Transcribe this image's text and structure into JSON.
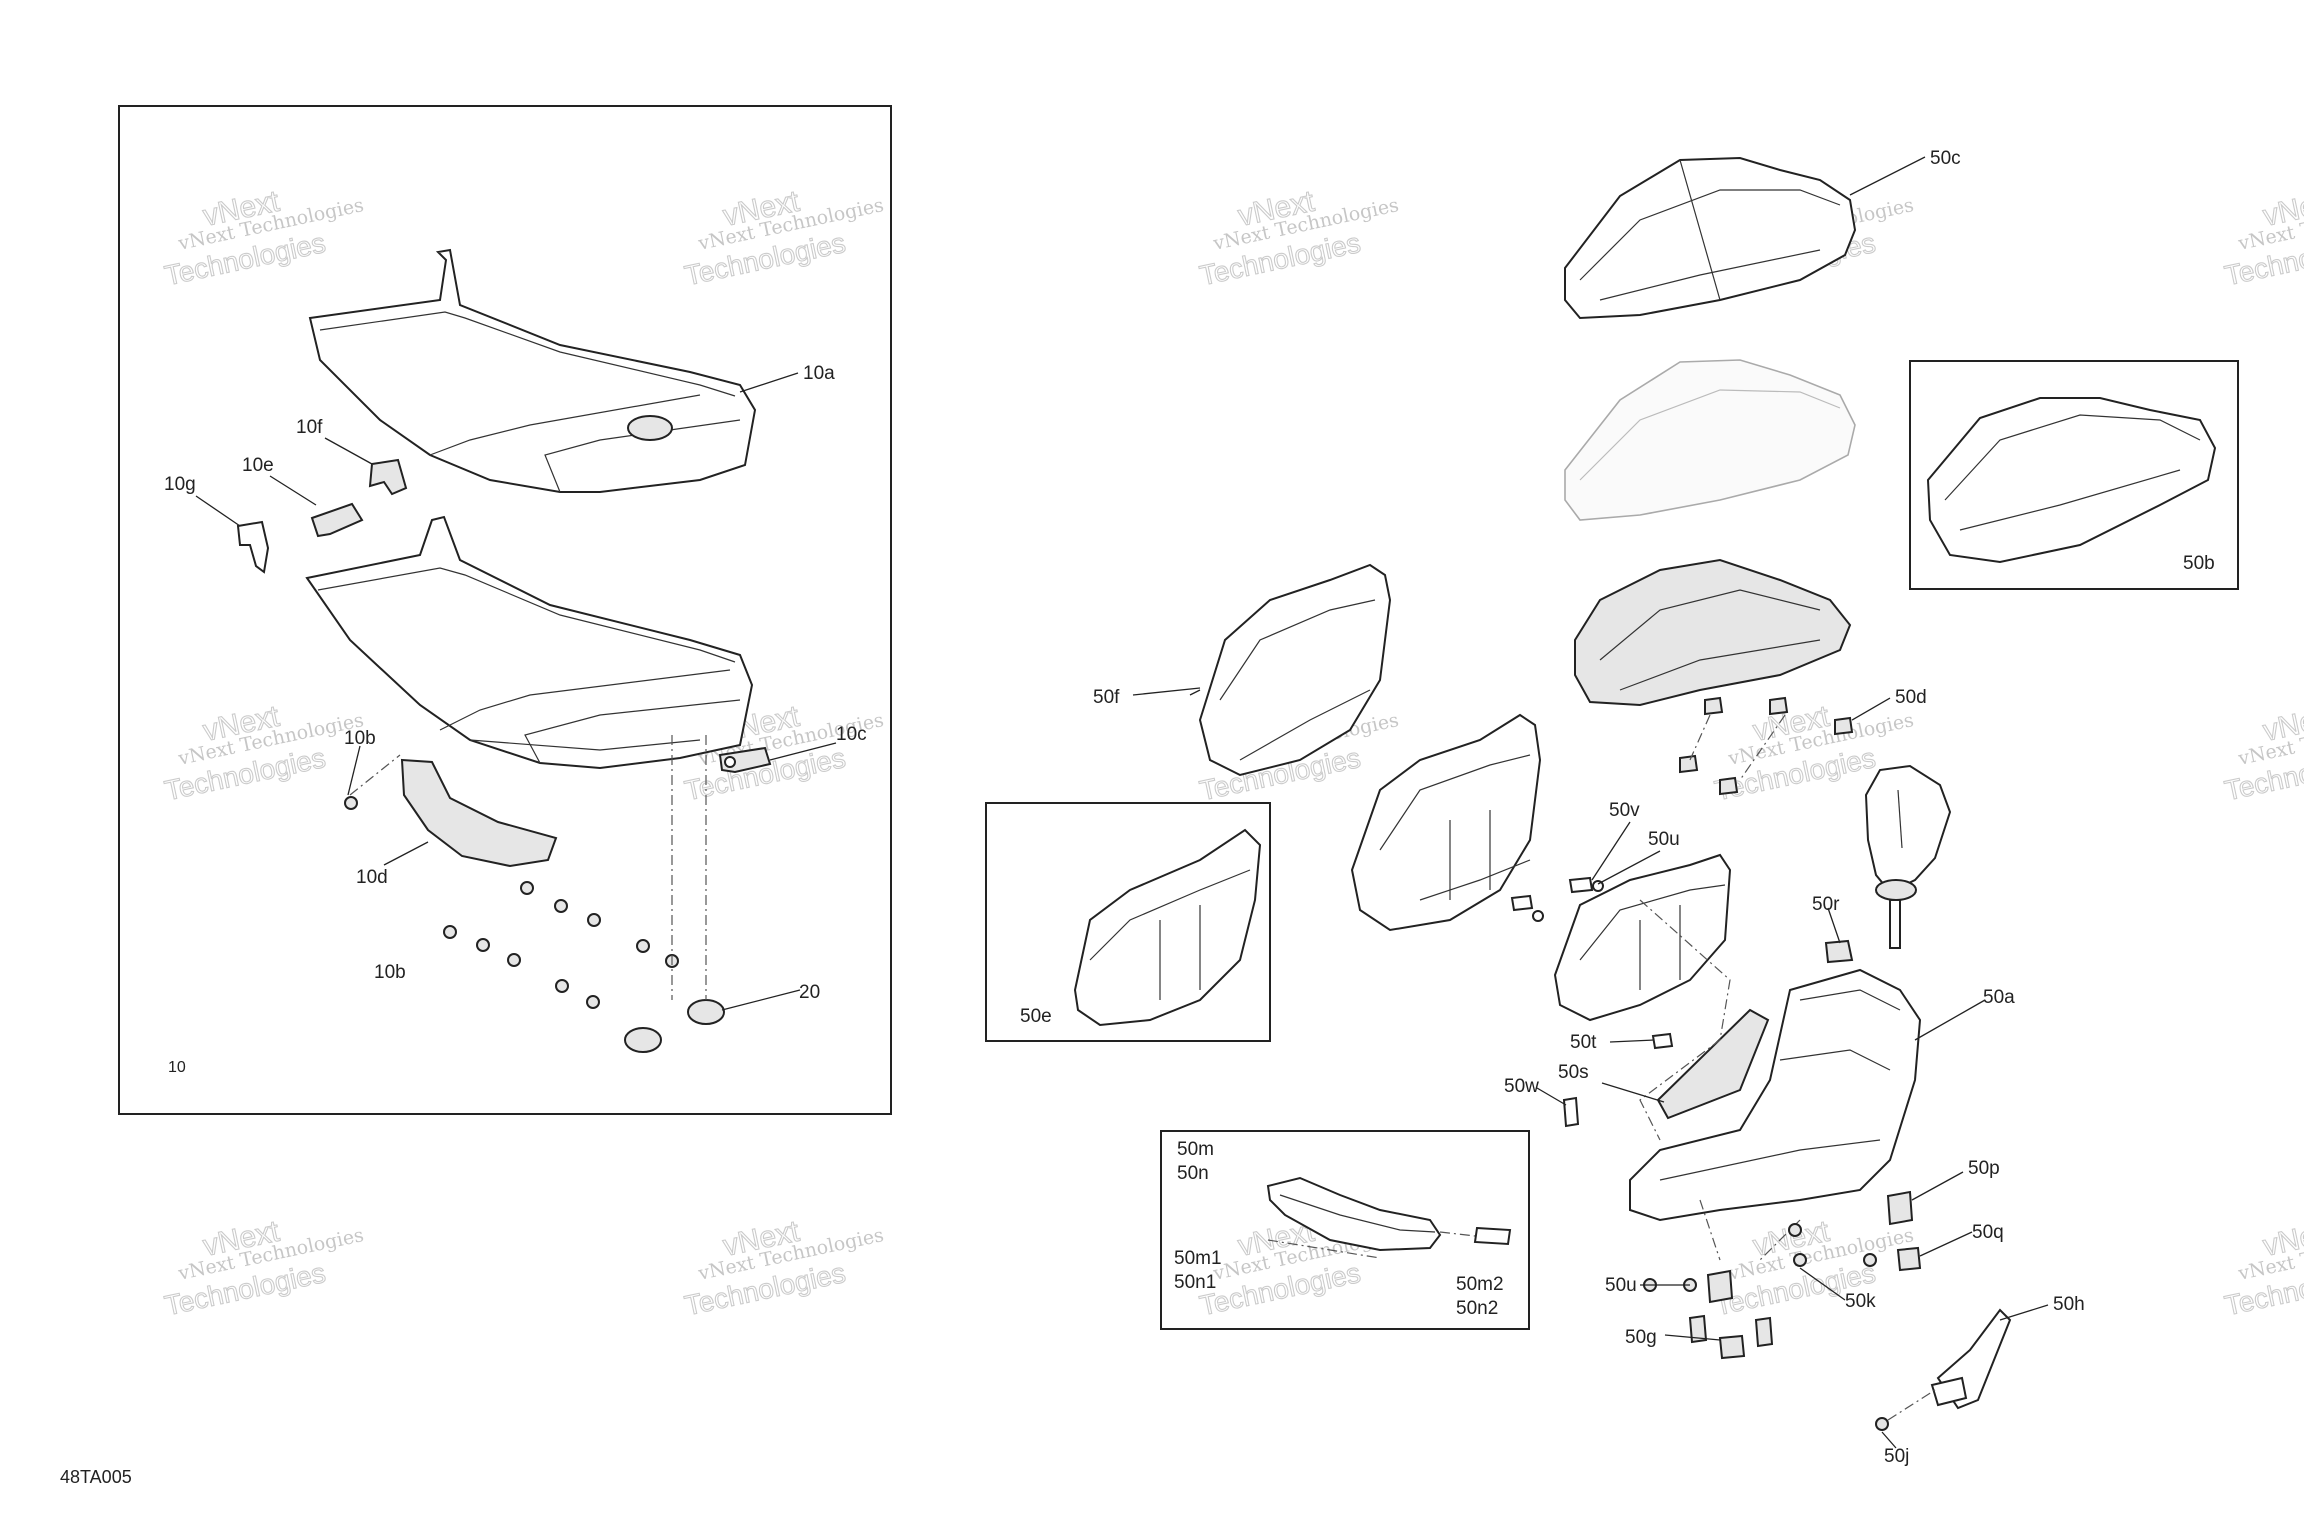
{
  "diagram": {
    "figure_code": "48TA005",
    "group_left_id": "10",
    "watermark": {
      "line1": "vNext Technologies",
      "line2": "vNext",
      "line3": "Technologies"
    },
    "labels": {
      "l10a": "10a",
      "l10b_top": "10b",
      "l10b_bottom": "10b",
      "l10c": "10c",
      "l10d": "10d",
      "l10e": "10e",
      "l10f": "10f",
      "l10g": "10g",
      "l20": "20",
      "l50a": "50a",
      "l50b": "50b",
      "l50c": "50c",
      "l50d": "50d",
      "l50e": "50e",
      "l50f": "50f",
      "l50g": "50g",
      "l50h": "50h",
      "l50j": "50j",
      "l50k": "50k",
      "l50m": "50m",
      "l50n": "50n",
      "l50m1": "50m1",
      "l50n1": "50n1",
      "l50m2": "50m2",
      "l50n2": "50n2",
      "l50p": "50p",
      "l50q": "50q",
      "l50r": "50r",
      "l50s": "50s",
      "l50t": "50t",
      "l50u_top": "50u",
      "l50u_bottom": "50u",
      "l50v": "50v",
      "l50w": "50w"
    }
  }
}
